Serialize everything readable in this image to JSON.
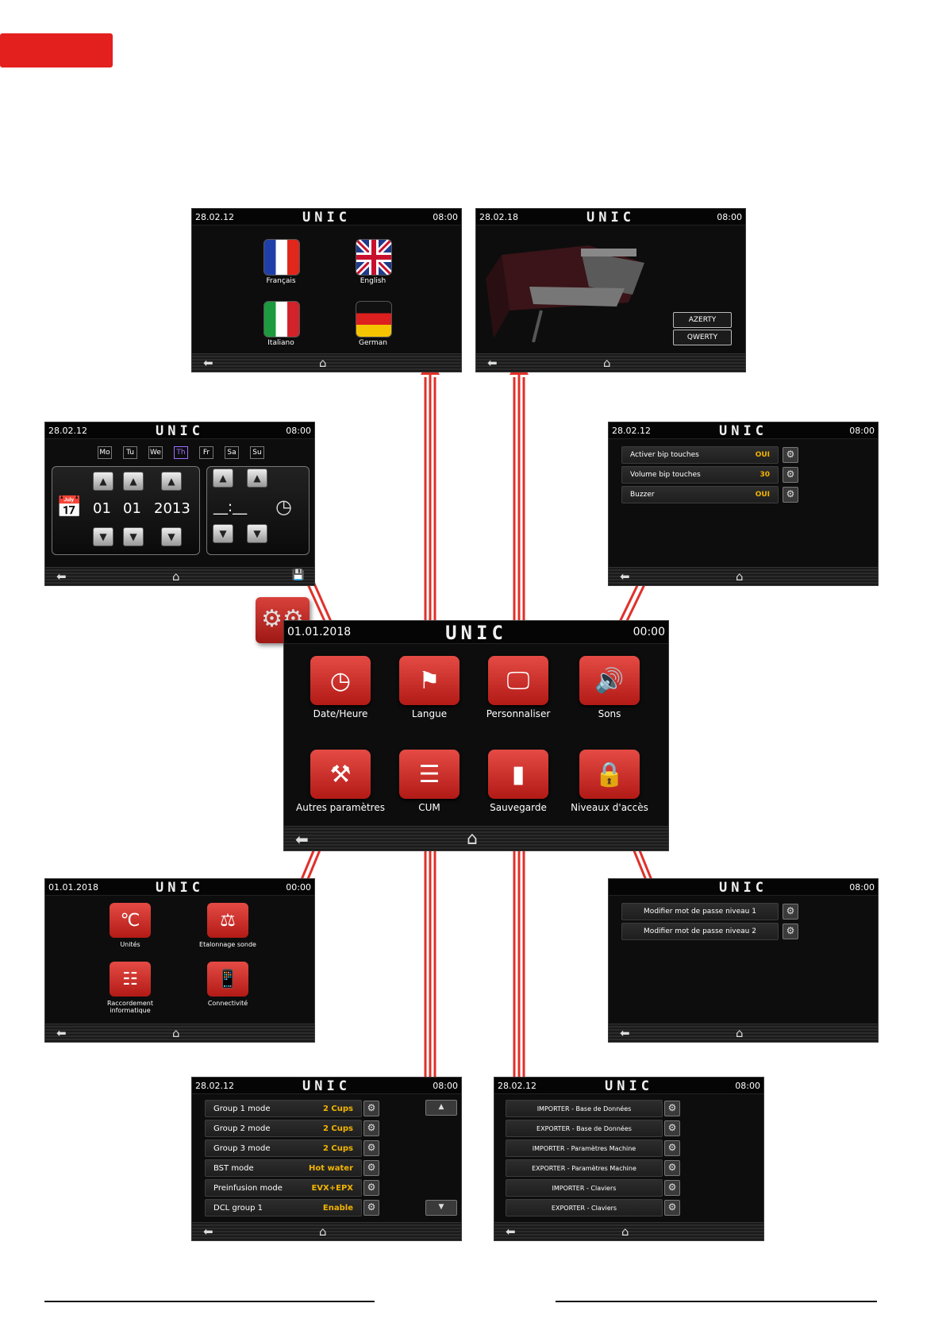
{
  "colors": {
    "accent": "#e3201e",
    "value": "#f3b400",
    "arrow": "#e0302a"
  },
  "languages_screen": {
    "date": "28.02.12",
    "brand": "UNIC",
    "time": "08:00",
    "options": [
      {
        "label": "Français",
        "flag": "fr-flag"
      },
      {
        "label": "English",
        "flag": "uk-flag"
      },
      {
        "label": "Italiano",
        "flag": "it-flag"
      },
      {
        "label": "German",
        "flag": "de-flag"
      }
    ]
  },
  "customize_screen": {
    "date": "28.02.18",
    "brand": "UNIC",
    "time": "08:00",
    "azerty": "AZERTY",
    "qwerty": "QWERTY"
  },
  "datetime_screen": {
    "date": "28.02.12",
    "brand": "UNIC",
    "time": "08:00",
    "days": [
      "Mo",
      "Tu",
      "We",
      "Th",
      "Fr",
      "Sa",
      "Su"
    ],
    "active_day": "Th",
    "day": "01",
    "month": "01",
    "year": "2013",
    "clock_value": "__:__"
  },
  "sounds_screen": {
    "date": "28.02.12",
    "brand": "UNIC",
    "time": "08:00",
    "rows": [
      {
        "label": "Activer bip touches",
        "value": "OUI"
      },
      {
        "label": "Volume bip touches",
        "value": "30"
      },
      {
        "label": "Buzzer",
        "value": "OUI"
      }
    ]
  },
  "main_screen": {
    "date": "01.01.2018",
    "brand": "UNIC",
    "time": "00:00",
    "buttons": [
      {
        "label": "Date/Heure"
      },
      {
        "label": "Langue"
      },
      {
        "label": "Personnaliser"
      },
      {
        "label": "Sons"
      },
      {
        "label": "Autres paramètres"
      },
      {
        "label": "CUM"
      },
      {
        "label": "Sauvegarde"
      },
      {
        "label": "Niveaux d'accès"
      }
    ]
  },
  "other_screen": {
    "date": "01.01.2018",
    "brand": "UNIC",
    "time": "00:00",
    "items": [
      {
        "label": "Unités"
      },
      {
        "label": "Etalonnage sonde"
      },
      {
        "label": "Raccordement informatique"
      },
      {
        "label": "Connectivité"
      }
    ]
  },
  "access_screen": {
    "date": "",
    "brand": "UNIC",
    "time": "08:00",
    "rows": [
      {
        "label": "Modifier mot de passe niveau 1"
      },
      {
        "label": "Modifier mot de passe niveau 2"
      }
    ]
  },
  "cum_screen": {
    "date": "28.02.12",
    "brand": "UNIC",
    "time": "08:00",
    "rows": [
      {
        "label": "Group 1 mode",
        "value": "2 Cups"
      },
      {
        "label": "Group 2 mode",
        "value": "2 Cups"
      },
      {
        "label": "Group 3 mode",
        "value": "2 Cups"
      },
      {
        "label": "BST mode",
        "value": "Hot water"
      },
      {
        "label": "Preinfusion mode",
        "value": "EVX+EPX"
      },
      {
        "label": "DCL group 1",
        "value": "Enable"
      }
    ]
  },
  "backup_screen": {
    "date": "28.02.12",
    "brand": "UNIC",
    "time": "08:00",
    "rows": [
      {
        "label": "IMPORTER - Base de Données"
      },
      {
        "label": "EXPORTER - Base de Données"
      },
      {
        "label": "IMPORTER - Paramètres Machine"
      },
      {
        "label": "EXPORTER - Paramètres Machine"
      },
      {
        "label": "IMPORTER - Claviers"
      },
      {
        "label": "EXPORTER - Claviers"
      }
    ]
  }
}
